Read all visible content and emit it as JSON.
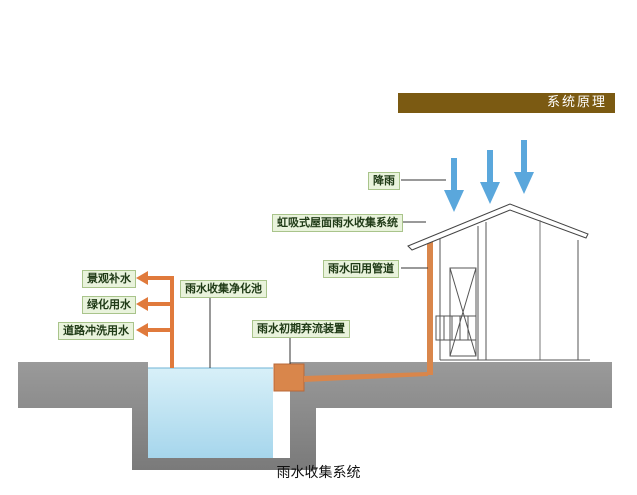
{
  "header": {
    "title": "系统原理"
  },
  "labels": {
    "rain": "降雨",
    "siphon_roof": "虹吸式屋面雨水收集系统",
    "reuse_pipe": "雨水回用管道",
    "collection_pool": "雨水收集净化池",
    "initial_discard": "雨水初期弃流装置",
    "landscape_water": "景观补水",
    "greening_water": "绿化用水",
    "road_washing": "道路冲洗用水"
  },
  "caption": "雨水收集系统",
  "colors": {
    "header_bg": "#7b5a12",
    "label_bg": "#e9f3dc",
    "label_border": "#a9c48b",
    "ground": "#8c8c8c",
    "water": "#bfe3f2",
    "arrow_blue": "#5aa7dc",
    "arrow_orange": "#e07a3c",
    "pipe": "#d9864b"
  }
}
